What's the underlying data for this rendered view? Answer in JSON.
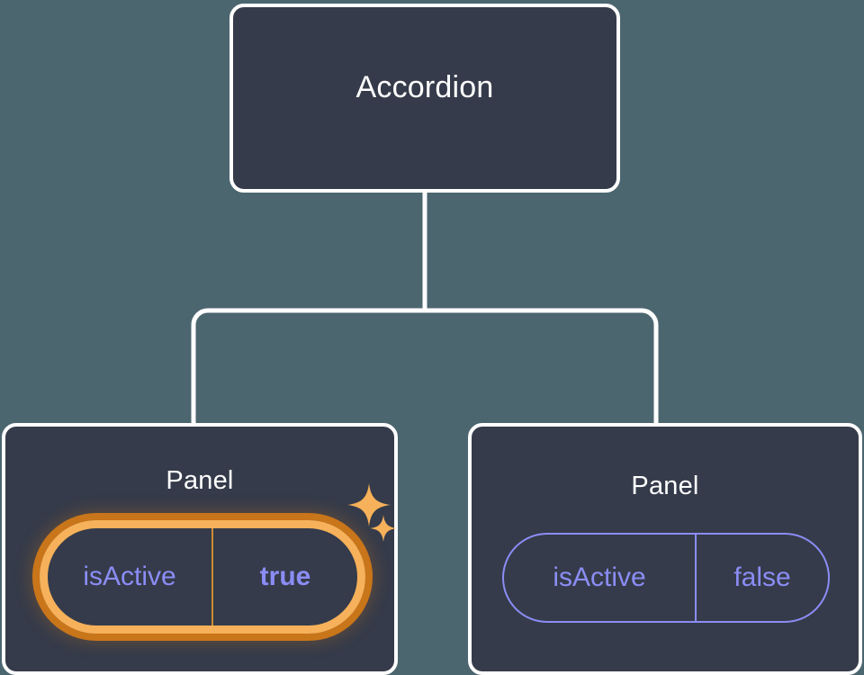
{
  "diagram": {
    "type": "component-tree",
    "background_color": "#4c6670",
    "node_fill_color": "#353b4a",
    "node_border_color": "#ffffff",
    "edge_color": "#ffffff",
    "accent_active_color": "#f6b15a",
    "accent_active_outer_color": "#c9751a",
    "accent_prop_color": "#8b8df5"
  },
  "nodes": {
    "root": {
      "title": "Accordion"
    },
    "child_left": {
      "title": "Panel",
      "prop": {
        "key": "isActive",
        "value": "true",
        "highlighted": true
      },
      "sparkles": [
        {
          "name": "sparkle-large"
        },
        {
          "name": "sparkle-small"
        }
      ]
    },
    "child_right": {
      "title": "Panel",
      "prop": {
        "key": "isActive",
        "value": "false",
        "highlighted": false
      }
    }
  }
}
